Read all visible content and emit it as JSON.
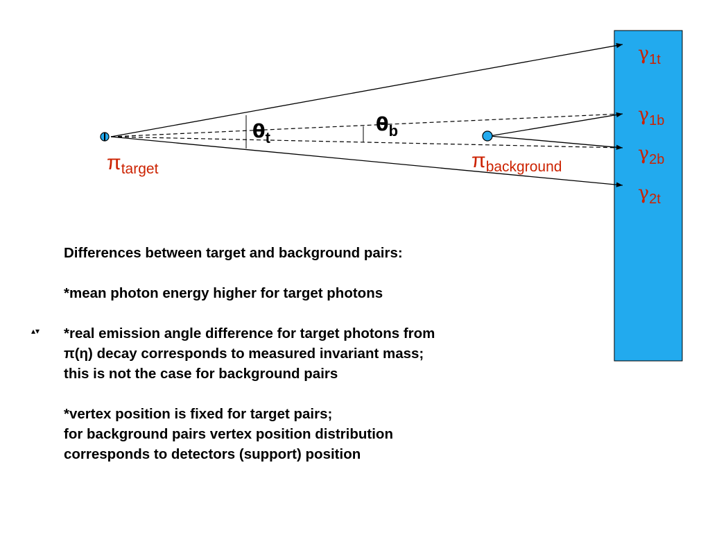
{
  "colors": {
    "detector_fill": "#22aaee",
    "label_red": "#cc2200",
    "line": "#000000"
  },
  "labels": {
    "gamma_symbol": "γ",
    "gamma_1t_sub": "1t",
    "gamma_1b_sub": "1b",
    "gamma_2b_sub": "2b",
    "gamma_2t_sub": "2t",
    "pi_symbol": "π",
    "pi_target_sub": "target",
    "pi_background_sub": "background",
    "theta_symbol": "θ",
    "theta_t_sub": "t",
    "theta_b_sub": "b"
  },
  "text": {
    "heading": "Differences  between target and background pairs:",
    "item1": "*mean photon energy higher for target photons",
    "item2_line1": "*real emission angle difference for target photons from",
    "item2_line2": " π(η) decay corresponds to measured invariant mass;",
    "item2_line3": " this is not the case for background pairs",
    "item3_line1": "*vertex position is fixed for target pairs;",
    "item3_line2": "for background pairs vertex position distribution",
    "item3_line3": "corresponds to detectors (support) position",
    "bullet_glyph": "▴▾"
  }
}
